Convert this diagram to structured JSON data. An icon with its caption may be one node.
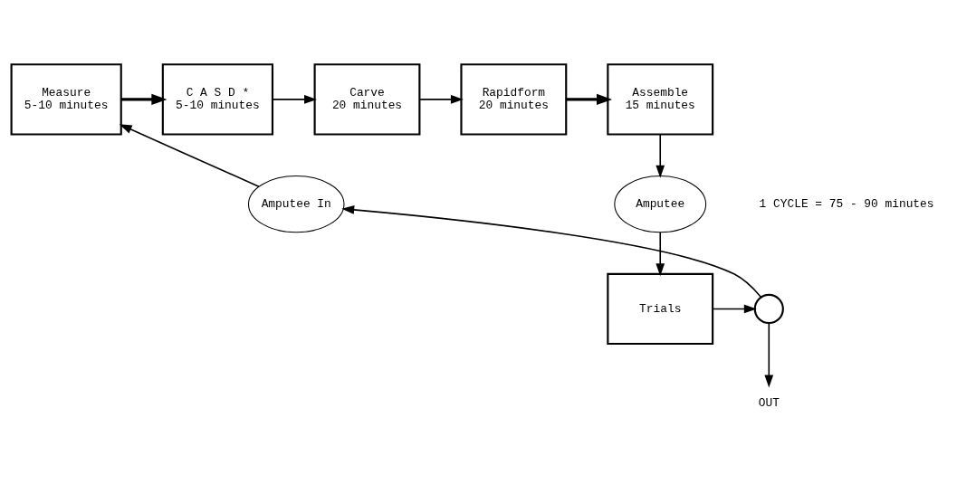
{
  "diagram": {
    "nodes": [
      {
        "text": [
          "Measure",
          "5-10 minutes"
        ]
      },
      {
        "text": [
          "C A S D *",
          "5-10 minutes"
        ]
      },
      {
        "text": [
          "Carve",
          "20 minutes"
        ]
      },
      {
        "text": [
          "Rapidform",
          "20 minutes"
        ]
      },
      {
        "text": [
          "Assemble",
          "15 minutes"
        ]
      },
      {
        "text": [
          "Amputee"
        ]
      },
      {
        "text": [
          "Trials"
        ]
      },
      {
        "text": [],
        "shape": "circle"
      },
      {
        "text": [
          "OUT"
        ]
      },
      {
        "text": [
          "Amputee In"
        ]
      }
    ],
    "edges": [
      {
        "from": 0,
        "to": 1,
        "arrow": "to",
        "style": "thick"
      },
      {
        "from": 1,
        "to": 2,
        "arrow": "to"
      },
      {
        "from": 2,
        "to": 3,
        "arrow": "to"
      },
      {
        "from": 3,
        "to": 4,
        "arrow": "to",
        "style": "thick"
      },
      {
        "from": 4,
        "to": 5,
        "arrow": "to"
      },
      {
        "from": 5,
        "to": 6,
        "arrow": "to"
      },
      {
        "from": 6,
        "to": 7,
        "arrow": "to"
      },
      {
        "from": 7,
        "to": 9,
        "arrow": "to"
      },
      {
        "from": 7,
        "to": 8,
        "arrow": "to"
      },
      {
        "from": 9,
        "to": 0,
        "arrow": "to"
      }
    ],
    "labels": [
      "1 CYCLE = 75 - 90 minutes"
    ]
  }
}
